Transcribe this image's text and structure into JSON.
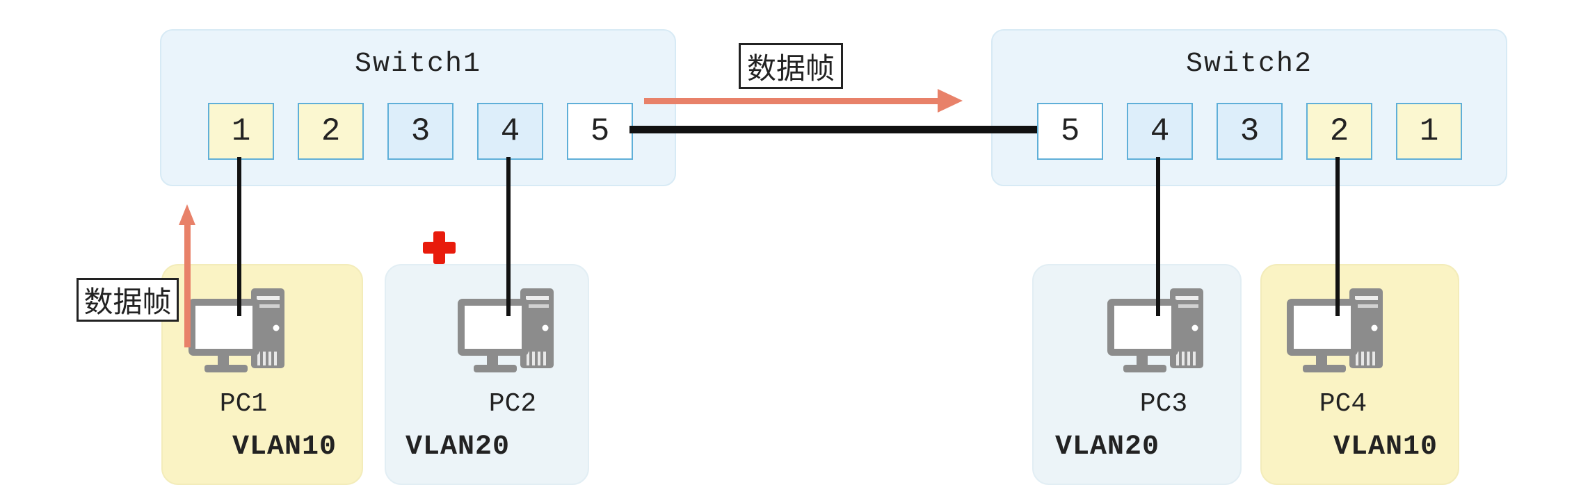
{
  "colors": {
    "switch-bg": "#eaf4fb",
    "switch-border": "#d7eaf5",
    "port-border": "#5fafd8",
    "port-yellow": "#fbf7d0",
    "port-blue": "#ddeefa",
    "port-white": "#ffffff",
    "pc-yellow": "#faf3c4",
    "pc-blue": "#ecf4f8",
    "cable": "#111111",
    "arrow": "#e88169",
    "blocked": "#e81b0c",
    "label-border": "#222222",
    "text": "#222222",
    "pc-icon-gray": "#8c8c8c"
  },
  "switch1": {
    "title": "Switch1",
    "ports": [
      {
        "label": "1"
      },
      {
        "label": "2"
      },
      {
        "label": "3"
      },
      {
        "label": "4"
      },
      {
        "label": "5"
      }
    ]
  },
  "switch2": {
    "title": "Switch2",
    "ports": [
      {
        "label": "5"
      },
      {
        "label": "4"
      },
      {
        "label": "3"
      },
      {
        "label": "2"
      },
      {
        "label": "1"
      }
    ]
  },
  "frame_labels": {
    "top": "数据帧",
    "left": "数据帧"
  },
  "pcs": [
    {
      "name": "PC1",
      "vlan": "VLAN10"
    },
    {
      "name": "PC2",
      "vlan": "VLAN20"
    },
    {
      "name": "PC3",
      "vlan": "VLAN20"
    },
    {
      "name": "PC4",
      "vlan": "VLAN10"
    }
  ]
}
